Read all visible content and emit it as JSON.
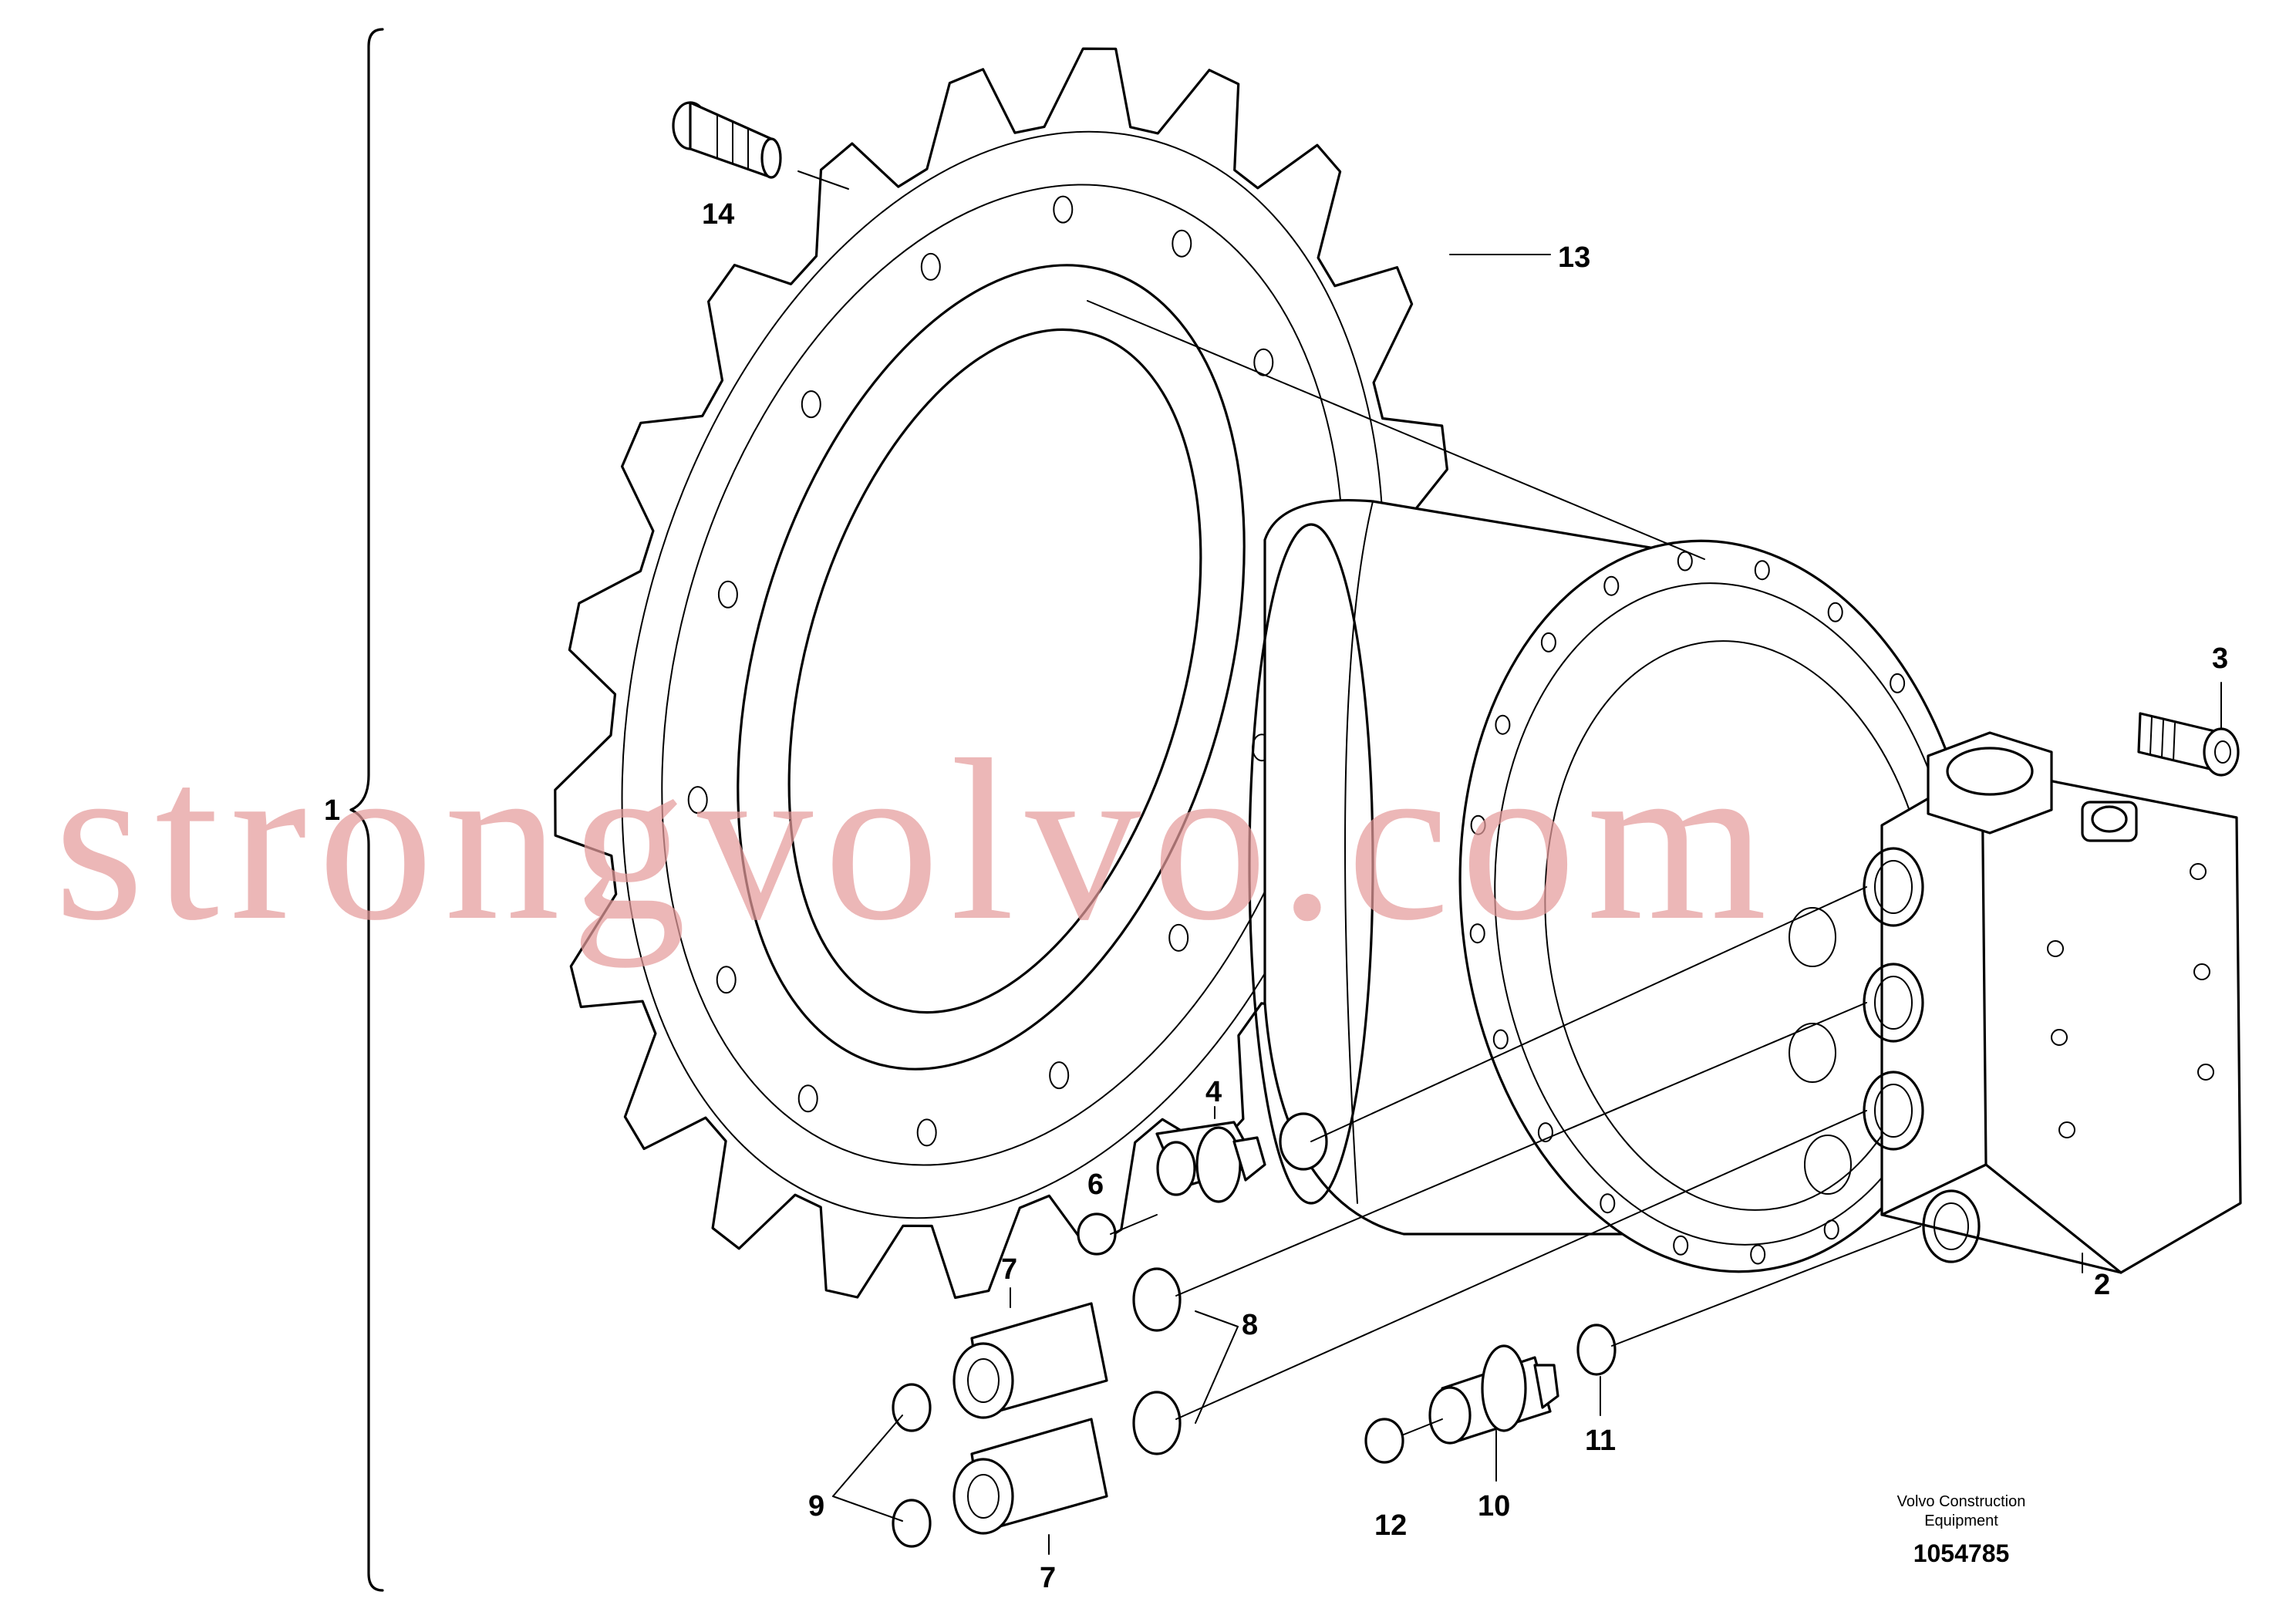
{
  "callouts": {
    "c1": "1",
    "c2": "2",
    "c3": "3",
    "c4": "4",
    "c6": "6",
    "c7a": "7",
    "c7b": "7",
    "c8": "8",
    "c9": "9",
    "c10": "10",
    "c11": "11",
    "c12": "12",
    "c13": "13",
    "c14": "14"
  },
  "credit": {
    "line1": "Volvo Construction",
    "line2": "Equipment",
    "part_number": "1054785"
  },
  "watermark": {
    "text": "strongvolvo.com",
    "color": "#e59c9c"
  }
}
